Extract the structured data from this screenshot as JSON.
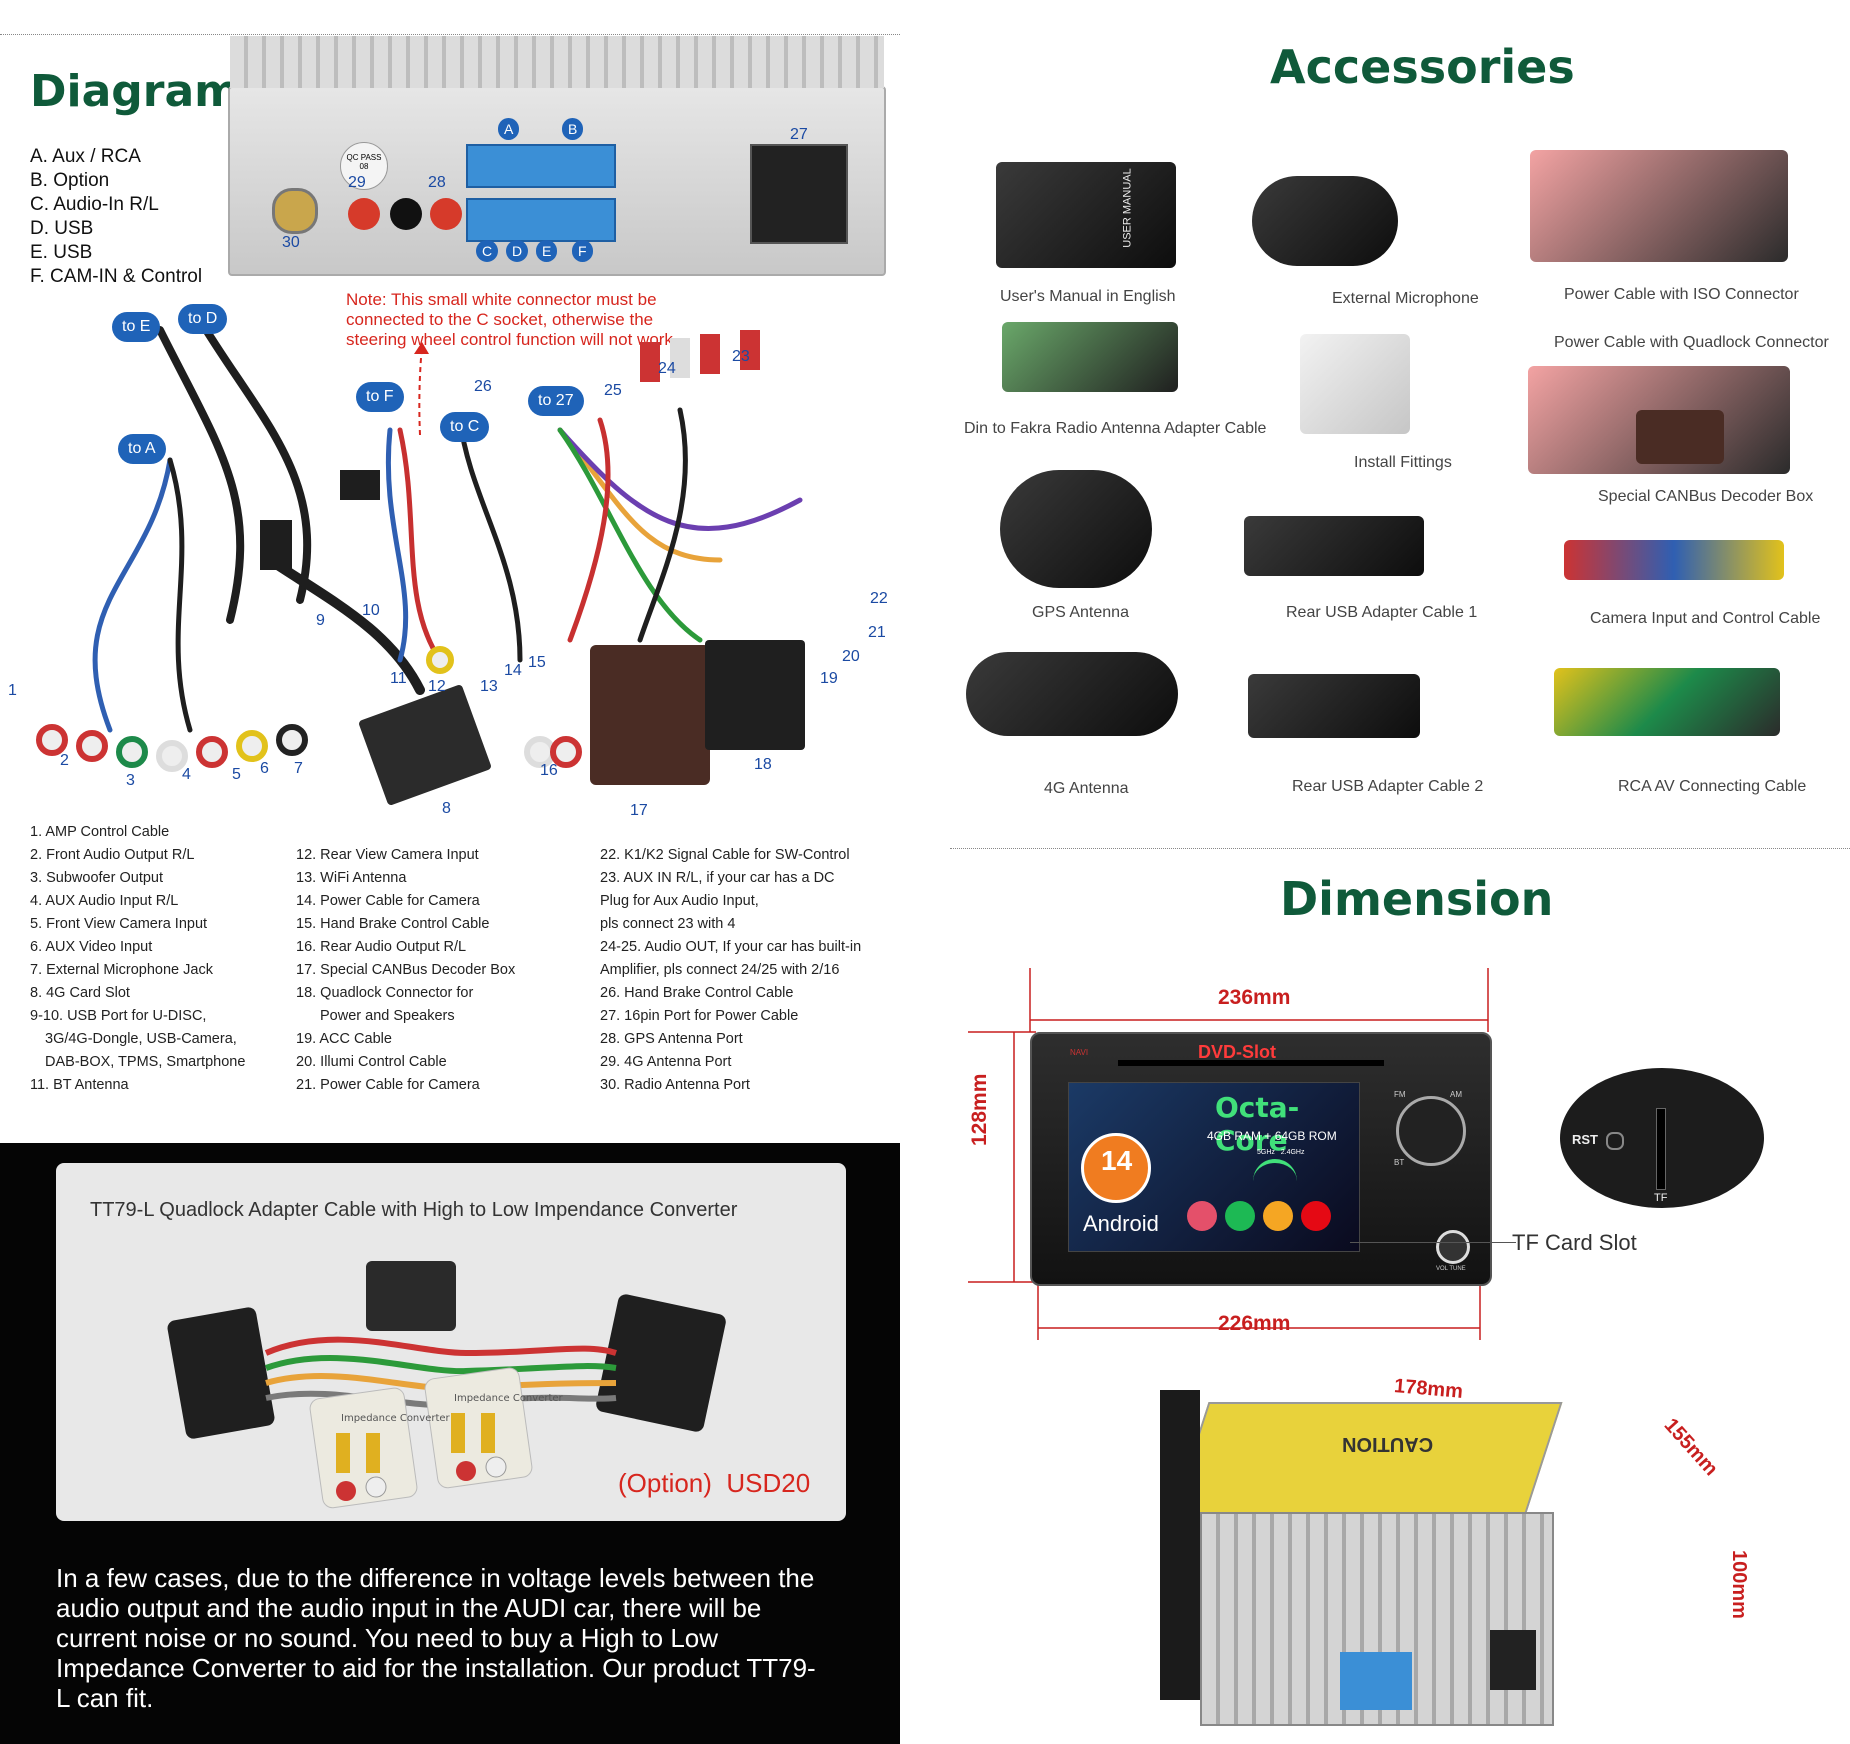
{
  "diagram": {
    "title": "Diagram",
    "legend": [
      "A. Aux / RCA",
      "B. Option",
      "C. Audio-In R/L",
      "D. USB",
      "E. USB",
      "F. CAM-IN & Control"
    ],
    "note": "Note: This small white connector must be connected to the C socket, otherwise the steering wheel control function will not work.",
    "badges": [
      "to E",
      "to D",
      "to F",
      "to C",
      "to 27",
      "to A"
    ],
    "back_panel_labels": [
      "A",
      "B",
      "C",
      "D",
      "E",
      "F",
      "27",
      "28",
      "29",
      "30"
    ],
    "qc_sticker": "QC PASS 08",
    "numbers": [
      "1",
      "2",
      "3",
      "4",
      "5",
      "6",
      "7",
      "8",
      "9",
      "10",
      "11",
      "12",
      "13",
      "14",
      "15",
      "16",
      "17",
      "18",
      "19",
      "20",
      "21",
      "22",
      "23",
      "24",
      "25",
      "26"
    ],
    "list_col1": [
      "1. AMP Control Cable",
      "2. Front Audio Output R/L",
      "3. Subwoofer Output",
      "4. AUX Audio Input R/L",
      "5. Front View Camera Input",
      "6. AUX Video Input",
      "7. External Microphone Jack",
      "8. 4G Card Slot",
      "9-10. USB Port for U-DISC,",
      "3G/4G-Dongle, USB-Camera,",
      "DAB-BOX, TPMS, Smartphone",
      "11. BT Antenna"
    ],
    "list_col2": [
      "12. Rear View Camera Input",
      "13. WiFi Antenna",
      "14. Power Cable for Camera",
      "15. Hand Brake Control Cable",
      "16. Rear Audio Output R/L",
      "17. Special CANBus Decoder Box",
      "18. Quadlock Connector for",
      "Power and Speakers",
      "19. ACC Cable",
      "20. Illumi Control Cable",
      "21. Power Cable for Camera"
    ],
    "list_col3": [
      "22. K1/K2 Signal Cable for SW-Control",
      "23. AUX IN R/L, if your car has a DC",
      "Plug for Aux Audio Input,",
      "pls connect 23 with 4",
      "24-25. Audio OUT, If your car has built-in",
      "Amplifier, pls connect 24/25 with 2/16",
      "26. Hand Brake Control Cable",
      "27. 16pin Port for Power Cable",
      "28. GPS Antenna Port",
      "29. 4G Antenna Port",
      "30. Radio Antenna Port"
    ]
  },
  "adapter": {
    "title": "TT79-L Quadlock Adapter Cable with High to Low Impendance Converter",
    "price": "(Option)  USD20",
    "converter_label": "Impedance Converter",
    "paragraph": "In a few cases, due to the difference in voltage levels between the audio output and the audio input in the AUDI car, there will be current noise or no sound. You need to buy a High to Low Impedance Converter to aid for the installation. Our product TT79-L can fit."
  },
  "accessories": {
    "title": "Accessories",
    "manual_cover": "USER MANUAL",
    "items": [
      "User's Manual in English",
      "External Microphone",
      "Power Cable with ISO Connector",
      "Din to Fakra Radio Antenna Adapter Cable",
      "Install Fittings",
      "Power Cable with Quadlock Connector",
      "Special CANBus Decoder Box",
      "GPS Antenna",
      "Rear USB Adapter Cable 1",
      "Camera Input and Control Cable",
      "4G Antenna",
      "Rear USB Adapter Cable 2",
      "RCA AV Connecting Cable"
    ]
  },
  "dimension": {
    "title": "Dimension",
    "width_top": "236mm",
    "width_bottom": "226mm",
    "height": "128mm",
    "depth_a": "178mm",
    "depth_b": "155mm",
    "depth_c": "100mm",
    "tf_label": "TF Card Slot",
    "rst": "RST",
    "tf": "TF",
    "screen": {
      "dvd": "DVD-Slot",
      "cpu": "Octa-Core",
      "memory": "4GB RAM + 64GB ROM",
      "wifi_bands": "5GHz   2.4GHz",
      "android_version": "14",
      "android_label": "Android",
      "btn_navi": "NAVI",
      "btn_fm": "FM",
      "btn_am": "AM",
      "btn_bt": "BT",
      "btn_tune": "VOL TUNE"
    },
    "caution": "CAUTION"
  }
}
